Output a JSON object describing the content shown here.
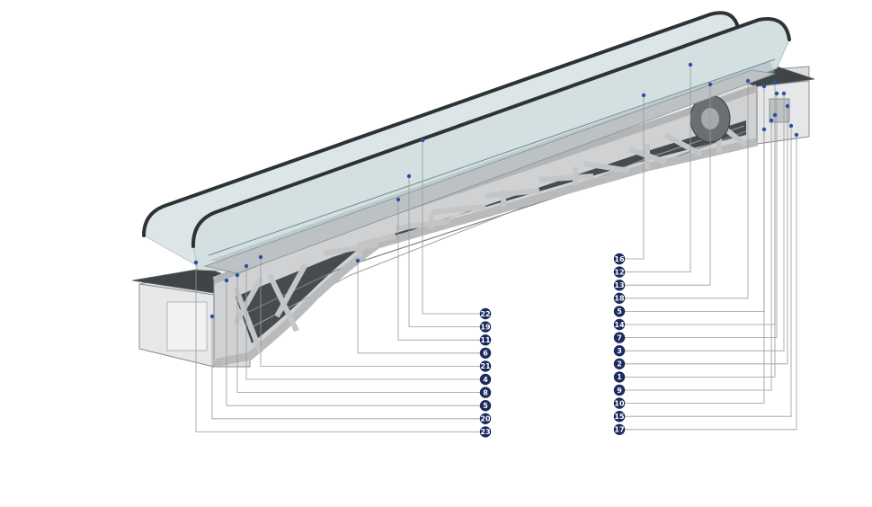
{
  "figure": {
    "subject": "escalator-diagram",
    "colors": {
      "badge": "#1c2b5e",
      "dot": "#2a4fa8",
      "leader": "#9a9a9a",
      "truss": "#c9cacb",
      "truss_edge": "#8d8f92",
      "glass": "#d9e4e6",
      "handrail": "#2d3335",
      "deck": "#4a4f52",
      "housing": "#e3e4e5"
    }
  },
  "callouts_left": [
    "22",
    "19",
    "11",
    "6",
    "21",
    "4",
    "8",
    "5",
    "20",
    "23"
  ],
  "callouts_right": [
    "16",
    "12",
    "13",
    "18",
    "5",
    "14",
    "7",
    "3",
    "2",
    "1",
    "9",
    "10",
    "15",
    "17"
  ]
}
